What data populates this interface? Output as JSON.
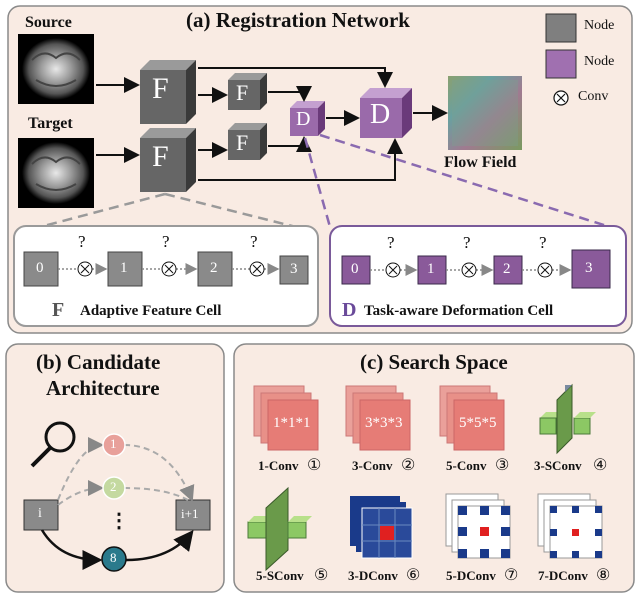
{
  "registration": {
    "title": "(a) Registration Network",
    "source_label": "Source",
    "target_label": "Target",
    "flow_label": "Flow Field",
    "f_letter": "F",
    "d_letter": "D",
    "legend": [
      {
        "label": "Node",
        "color": "#7f7f7f"
      },
      {
        "label": "Node",
        "color": "#a070b0"
      },
      {
        "label": "Conv",
        "symbol": "⊗"
      }
    ],
    "feature_cell": {
      "letter": "F",
      "label": "Adaptive Feature Cell",
      "nodes": [
        "0",
        "1",
        "2",
        "3"
      ],
      "op_symbol": "⊗",
      "question": "?"
    },
    "deform_cell": {
      "letter": "D",
      "label": "Task-aware Deformation Cell",
      "nodes": [
        "0",
        "1",
        "2",
        "3"
      ],
      "op_symbol": "⊗",
      "question": "?"
    }
  },
  "candidate": {
    "title_line1": "(b) Candidate",
    "title_line2": "Architecture",
    "left_node": "i",
    "right_node": "i+1",
    "ops": [
      {
        "label": "1",
        "color": "#e8a09a"
      },
      {
        "label": "2",
        "color": "#c4d9a0"
      },
      {
        "label": "8",
        "color": "#2a7a8c"
      }
    ],
    "ellipsis": "⋮"
  },
  "search": {
    "title": "(c) Search Space",
    "ops": [
      {
        "label": "1-Conv",
        "num": "①",
        "kernel": "1*1*1"
      },
      {
        "label": "3-Conv",
        "num": "②",
        "kernel": "3*3*3"
      },
      {
        "label": "5-Conv",
        "num": "③",
        "kernel": "5*5*5"
      },
      {
        "label": "3-SConv",
        "num": "④"
      },
      {
        "label": "5-SConv",
        "num": "⑤"
      },
      {
        "label": "3-DConv",
        "num": "⑥"
      },
      {
        "label": "5-DConv",
        "num": "⑦"
      },
      {
        "label": "7-DConv",
        "num": "⑧"
      }
    ]
  },
  "colors": {
    "panel_bg": "#f9ebe3",
    "panel_border": "#8a8a8a",
    "node_gray": "#7f7f7f",
    "node_purple": "#a070b0",
    "deform_border": "#7a5a9a",
    "dashed_gray": "#9a9a9a",
    "dashed_purple": "#8a6ab0"
  }
}
